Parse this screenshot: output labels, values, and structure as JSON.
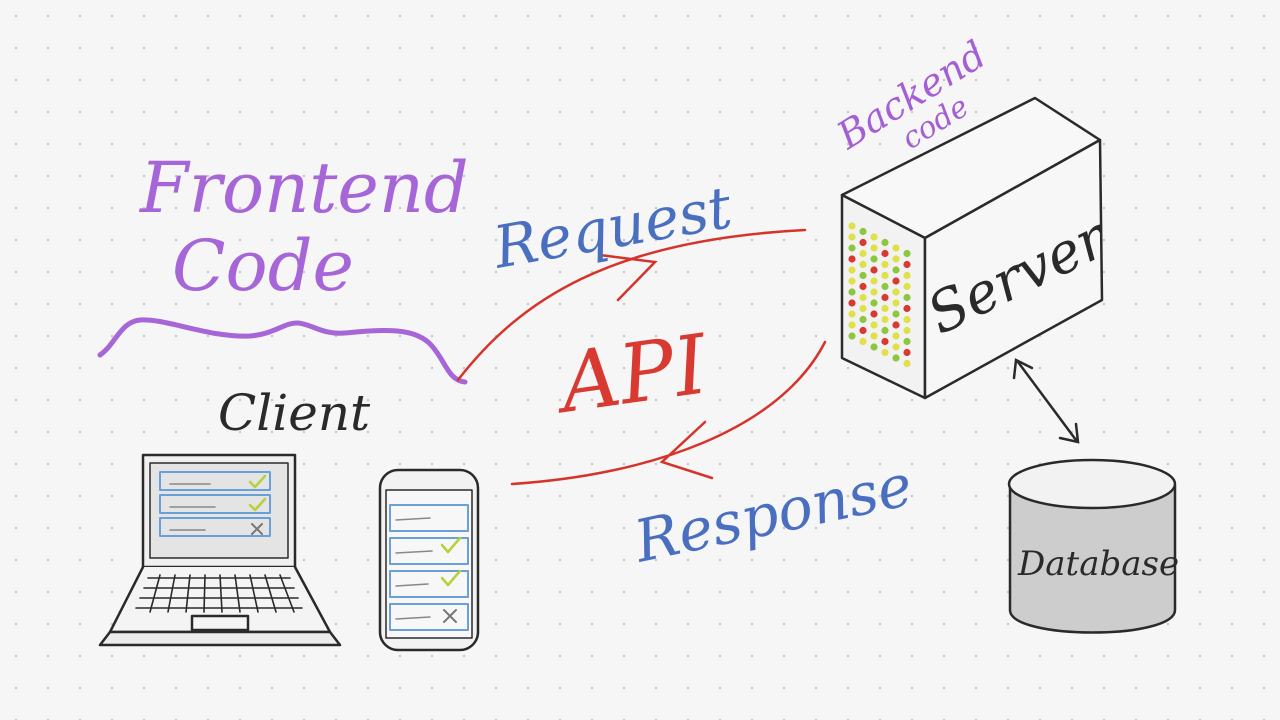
{
  "labels": {
    "frontend_line1": "Frontend",
    "frontend_line2": "Code",
    "client": "Client",
    "request": "Request",
    "api": "API",
    "response": "Response",
    "backend_line1": "Backend",
    "backend_line2": "code",
    "server": "Server",
    "database": "Database"
  },
  "colors": {
    "background": "#f6f6f6",
    "dot_grid": "#c9c9c9",
    "frontend_purple": "#a666d8",
    "backend_purple": "#a45fd6",
    "request_blue": "#4a6fc0",
    "api_red": "#d83a32",
    "arrow_red": "#d6332a",
    "sketch_black": "#2a2a2a",
    "screen_blue": "#6aa0d8",
    "check_green": "#b5d23a",
    "cross_gray": "#777777",
    "database_fill": "#cdcdcd",
    "led_red": "#d83a32",
    "led_yellow": "#e0e04a",
    "led_green": "#8dc63f"
  },
  "icons": {
    "laptop": "laptop-icon",
    "phone": "phone-icon",
    "server": "server-icon",
    "database": "database-icon"
  }
}
